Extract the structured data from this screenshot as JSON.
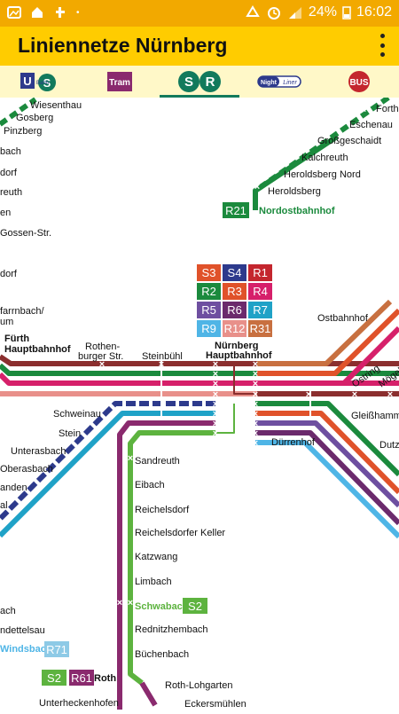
{
  "status": {
    "battery": "24%",
    "time": "16:02"
  },
  "app": {
    "title": "Liniennetze Nürnberg"
  },
  "tabs": [
    {
      "id": "ubahn-sbahn",
      "label_u": "U",
      "label_s": "S",
      "label_extra": "Bahn"
    },
    {
      "id": "tram",
      "label": "Tram"
    },
    {
      "id": "sbahn",
      "label": "S R",
      "active": true
    },
    {
      "id": "nightliner",
      "label_a": "Night",
      "label_b": "Liner"
    },
    {
      "id": "bus",
      "label": "BUS"
    }
  ],
  "legend": [
    {
      "label": "S3",
      "color": "#e0522a"
    },
    {
      "label": "S4",
      "color": "#2d3a8c"
    },
    {
      "label": "R1",
      "color": "#c4262e"
    },
    {
      "label": "R2",
      "color": "#1b8a3d"
    },
    {
      "label": "R3",
      "color": "#e0522a"
    },
    {
      "label": "R4",
      "color": "#d6206a"
    },
    {
      "label": "R5",
      "color": "#6e4fa0"
    },
    {
      "label": "R6",
      "color": "#6b2a6c"
    },
    {
      "label": "R7",
      "color": "#1fa2c7"
    },
    {
      "label": "R9",
      "color": "#4fb5e6"
    },
    {
      "label": "R12",
      "color": "#e8908a"
    },
    {
      "label": "R31",
      "color": "#c87040"
    }
  ],
  "badges": {
    "r21": {
      "label": "R21",
      "color": "#1b8a3d"
    },
    "s2a": {
      "label": "S2",
      "color": "#5db33f"
    },
    "r71": {
      "label": "R71",
      "color": "#8ecae6"
    },
    "s2b": {
      "label": "S2",
      "color": "#5db33f"
    },
    "r61": {
      "label": "R61",
      "color": "#8a2a6e"
    }
  },
  "stations": {
    "wiesenthau": "Wiesenthau",
    "gosberg": "Gosberg",
    "pinzberg": "Pinzberg",
    "forth": "Forth",
    "eschenau": "Eschenau",
    "grossgeschaidt": "Großgeschaidt",
    "kalchreuth": "Kalchreuth",
    "heroldsbergnord": "Heroldsberg Nord",
    "heroldsberg": "Heroldsberg",
    "nordostbahnhof": "Nordostbahnhof",
    "l1": "bach",
    "l2": "dorf",
    "l3": "reuth",
    "l4": "en",
    "l5": "Gossen-Str.",
    "l6": "dorf",
    "farrnbach1": "farrnbach/",
    "farrnbach2": "um",
    "fuerth1": "Fürth",
    "fuerth2": "Hauptbahnhof",
    "rothenburger1": "Rothen-",
    "rothenburger2": "burger Str.",
    "steinbuehl": "Steinbühl",
    "nuernberg1": "Nürnberg",
    "nuernberg2": "Hauptbahnhof",
    "ostbahnhof": "Ostbahnhof",
    "ostring": "Ostring",
    "moegeldorf": "Mögel",
    "schweinau": "Schweinau",
    "stein": "Stein",
    "unterasbach": "Unterasbach",
    "oberasbach": "Oberasbach",
    "anden": "anden",
    "al": "al",
    "gleisshammer": "Gleißhamm",
    "duerrenhof": "Dürrenhof",
    "dutz": "Dutz",
    "sandreuth": "Sandreuth",
    "eibach": "Eibach",
    "reichelsdorf": "Reichelsdorf",
    "reichelsdorferkeller": "Reichelsdorfer Keller",
    "katzwang": "Katzwang",
    "limbach": "Limbach",
    "schwabach": "Schwabach",
    "rednitzhembach": "Rednitzhembach",
    "buechenbach": "Büchenbach",
    "roth": "Roth",
    "rothlohgarten": "Roth-Lohgarten",
    "eckersmuehlen": "Eckersmühlen",
    "unterheckenhofen": "Unterheckenhofen",
    "ach": "ach",
    "ndettelsau": "ndettelsau",
    "windsbach": "Windsbach"
  }
}
